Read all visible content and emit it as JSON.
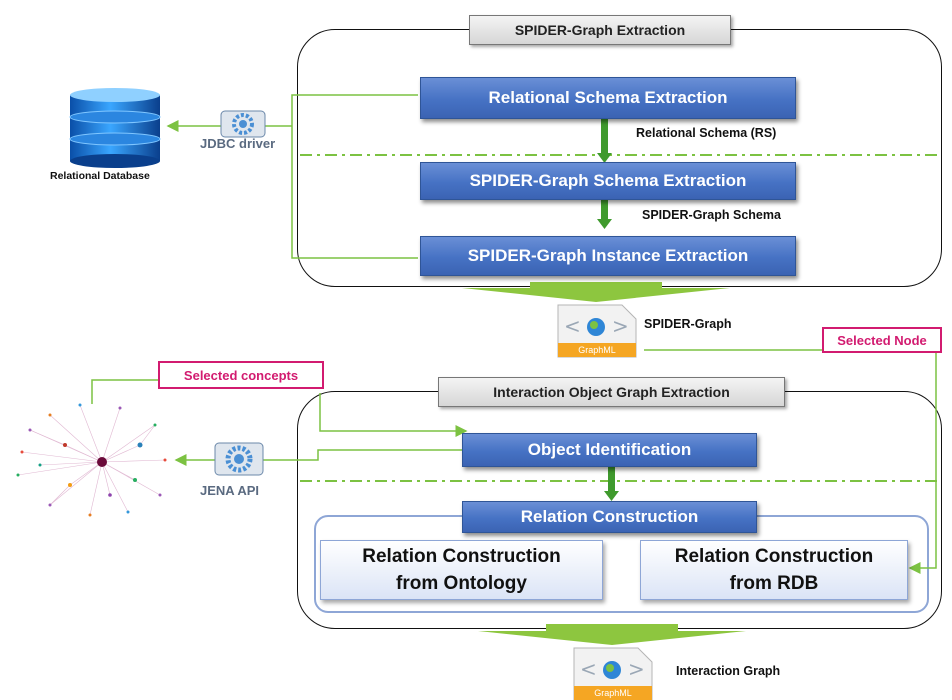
{
  "frames": {
    "spider_extraction_title": "SPIDER-Graph Extraction",
    "interaction_extraction_title": "Interaction Object Graph Extraction"
  },
  "boxes": {
    "relational_schema_extraction": "Relational Schema Extraction",
    "spider_schema_extraction": "SPIDER-Graph Schema Extraction",
    "spider_instance_extraction": "SPIDER-Graph Instance  Extraction",
    "object_identification": "Object Identification",
    "relation_construction": "Relation Construction",
    "rc_ontology_line1": "Relation Construction",
    "rc_ontology_line2": "from Ontology",
    "rc_rdb_line1": "Relation Construction",
    "rc_rdb_line2": "from RDB"
  },
  "labels": {
    "relational_schema": "Relational Schema (RS)",
    "spider_graph_schema": "SPIDER-Graph Schema",
    "jdbc_driver": "JDBC driver",
    "relational_database": "Relational Database",
    "spider_graph": "SPIDER-Graph",
    "selected_node": "Selected Node",
    "selected_concepts": "Selected concepts",
    "jena_api": "JENA API",
    "interaction_graph": "Interaction Graph",
    "graphml_1": "GraphML",
    "graphml_2": "GraphML"
  },
  "colors": {
    "green_line": "#7cc242",
    "blue_box": "#4672c4",
    "pink_tag": "#d21b70",
    "pale_frame": "#8ea6d6"
  },
  "icons": [
    "database-icon",
    "gear-icon",
    "graphml-file-icon",
    "network-graph-icon",
    "arrow-icon"
  ]
}
